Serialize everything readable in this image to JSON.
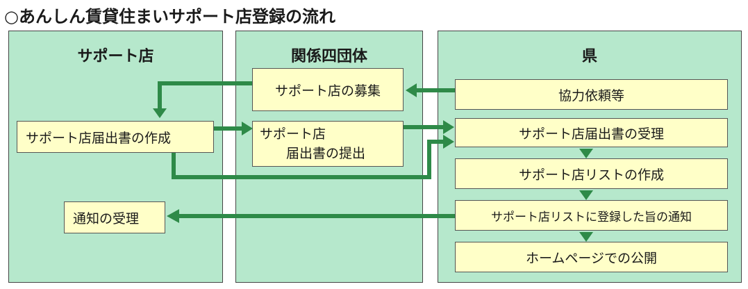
{
  "title": "○あんしん賃貸住まいサポート店登録の流れ",
  "lanes": {
    "support": "サポート店",
    "groups": "関係四団体",
    "pref": "県"
  },
  "boxes": {
    "create_form": "サポート店届出書の作成",
    "receive_notice": "通知の受理",
    "recruit": "サポート店の募集",
    "submit_line1": "サポート店",
    "submit_line2": "届出書の提出",
    "request": "協力依頼等",
    "accept_form": "サポート店届出書の受理",
    "make_list": "サポート店リストの作成",
    "notify": "サポート店リストに登録した旨の通知",
    "publish": "ホームページでの公開"
  },
  "colors": {
    "lane_bg": "#b6e8cc",
    "box_bg": "#ffffc8",
    "arrow": "#2e8a48"
  }
}
